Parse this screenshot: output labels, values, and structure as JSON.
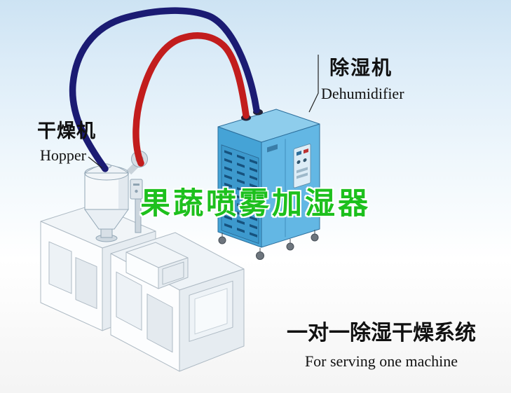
{
  "watermark": {
    "text": "果蔬喷雾加湿器",
    "color": "#1dc01d"
  },
  "labels": {
    "hopper": {
      "cn": "干燥机",
      "en": "Hopper"
    },
    "dehumidifier": {
      "cn": "除湿机",
      "en": "Dehumidifier"
    },
    "system": {
      "cn": "一对一除湿干燥系统",
      "en": "For serving one machine"
    }
  },
  "colors": {
    "hose_red": "#c21d1d",
    "hose_navy": "#1b1b73",
    "cabinet_top": "#8ecdec",
    "cabinet_front": "#45a3d6",
    "cabinet_side": "#63b7e4",
    "background_top": "#cde3f3",
    "watermark_green": "#1dc01d"
  },
  "illustration": {
    "dehumidifier_unit": "dehumidifier-cabinet",
    "hopper_unit": "hopper-dryer",
    "extruder_unit": "extruder-machine",
    "hoses": [
      "return-hose-navy",
      "supply-hose-red"
    ]
  }
}
